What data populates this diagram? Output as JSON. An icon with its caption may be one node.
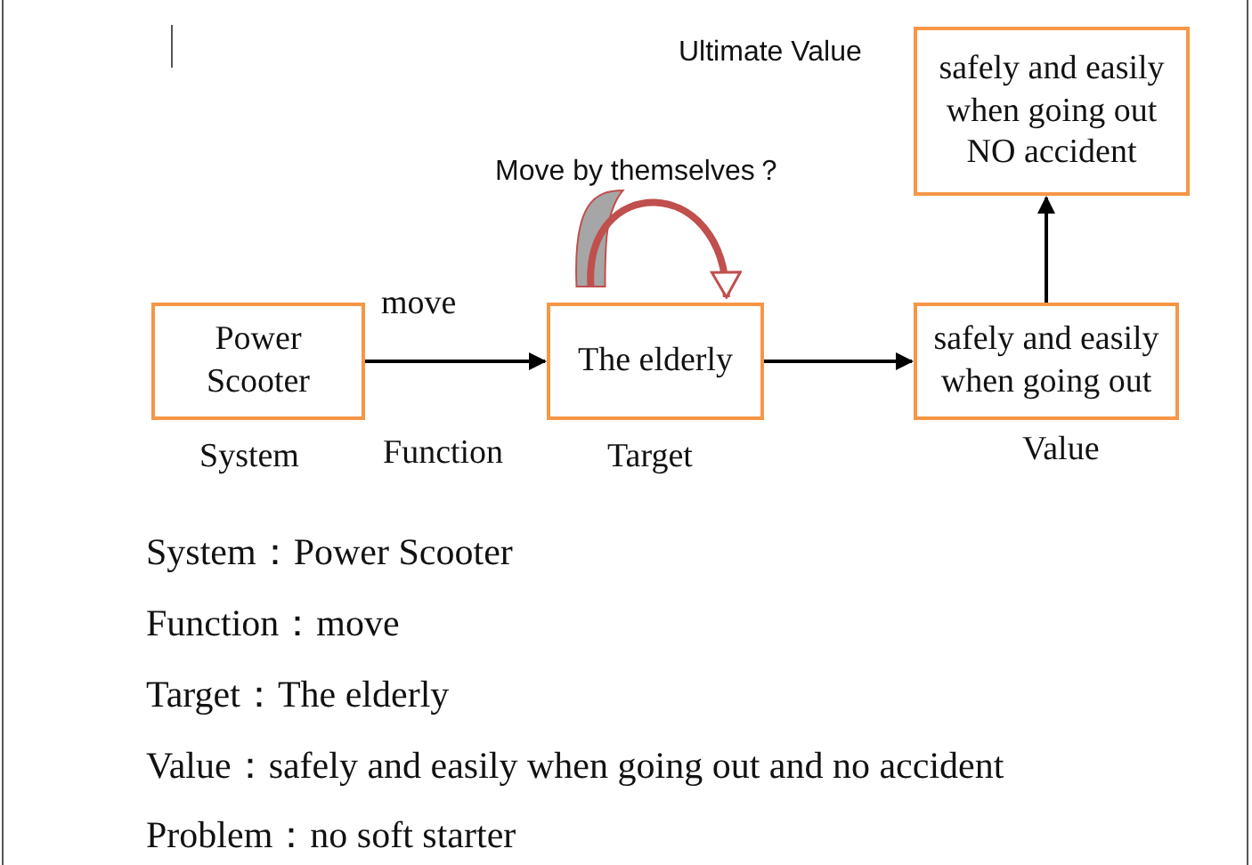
{
  "diagram": {
    "nodes": [
      {
        "text": [
          "Power Scooter"
        ],
        "beside": [
          "System"
        ]
      },
      {
        "text": [
          "The elderly"
        ],
        "beside": [
          "Target"
        ]
      },
      {
        "text": [
          "safely and easily when going out"
        ],
        "beside": [
          "Value"
        ]
      },
      {
        "text": [
          "safely and easily when going out NO accident"
        ],
        "beside": [
          "Ultimate Value"
        ]
      }
    ],
    "edges": [
      {
        "from": 0,
        "to": 1,
        "arrow": "to",
        "label": "move"
      },
      {
        "from": 1,
        "to": 2,
        "arrow": "to"
      },
      {
        "from": 2,
        "to": 3,
        "arrow": "to"
      },
      {
        "from": 1,
        "to": 1,
        "arrow": "to",
        "label": "Move by themselves？",
        "style": "thick",
        "color": "#c0504d"
      }
    ],
    "labels": [
      "Function",
      "System：Power Scooter",
      "Function：move",
      "Target：The elderly",
      "Value：safely and easily when going out and no accident",
      "Problem：no soft starter"
    ]
  }
}
